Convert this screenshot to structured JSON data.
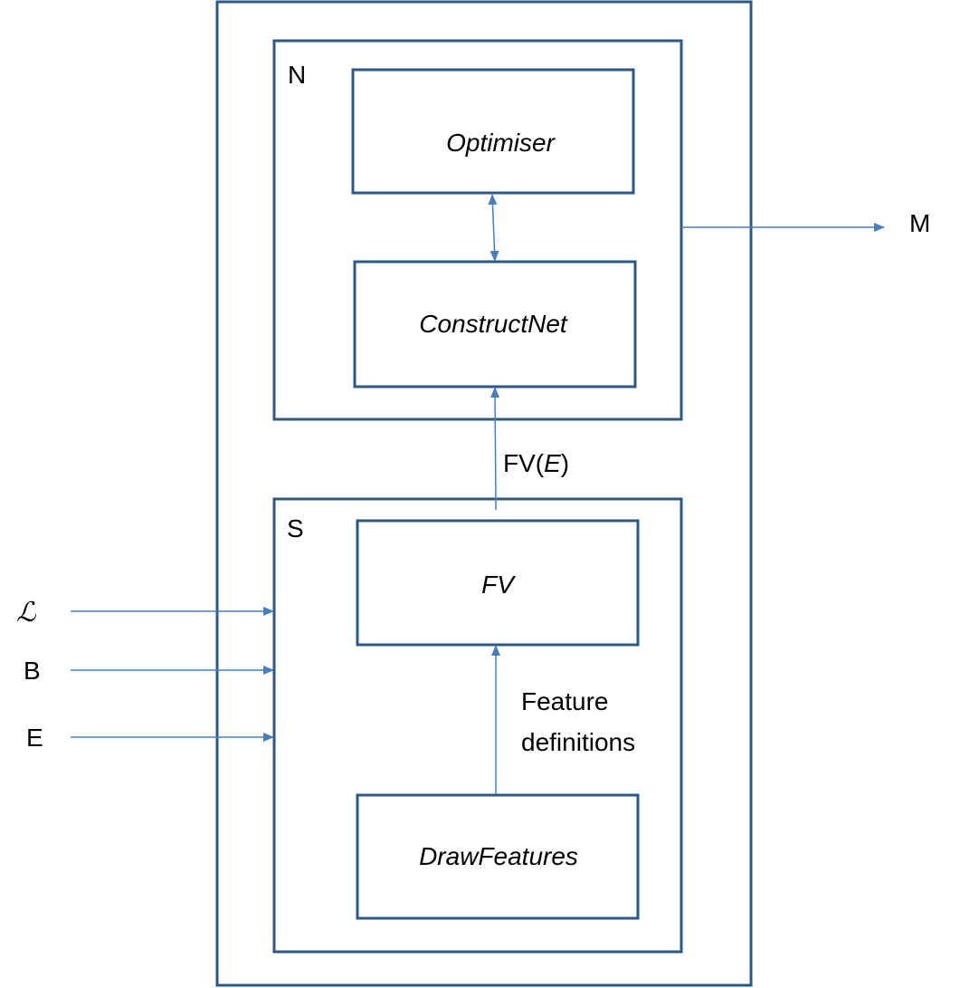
{
  "container_labels": {
    "n": "N",
    "s": "S"
  },
  "blocks": {
    "optimiser": "Optimiser",
    "construct_net": "ConstructNet",
    "fv": "FV",
    "draw_features": "DrawFeatures"
  },
  "edge_labels": {
    "fv_e_prefix": "FV(",
    "fv_e_arg": "E",
    "fv_e_suffix": ")",
    "feature_defs_line1": "Feature",
    "feature_defs_line2": "definitions"
  },
  "inputs": {
    "script_l": "ℒ",
    "b": "B",
    "e": "E"
  },
  "output": {
    "m": "M"
  },
  "colors": {
    "box_stroke": "#2f5785",
    "connector": "#4a7ebb"
  }
}
